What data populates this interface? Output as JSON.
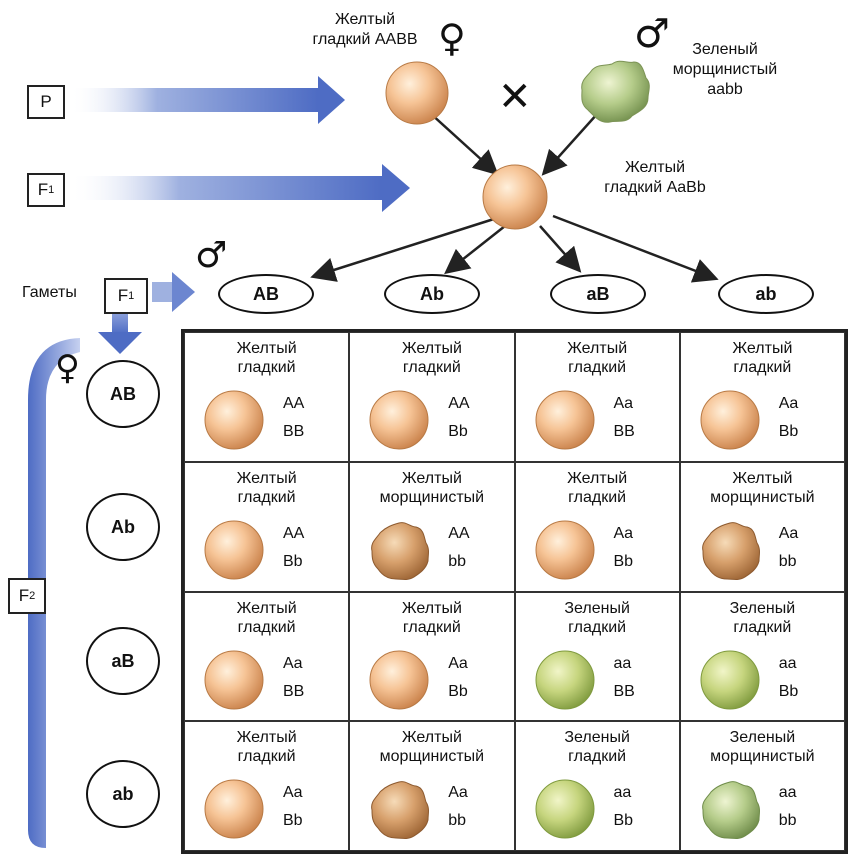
{
  "generations": {
    "p": "P",
    "f1_main": "F",
    "f1_sub": "1",
    "gametes_label": "Гаметы",
    "f1g_main": "F",
    "f1g_sub": "1",
    "f2_main": "F",
    "f2_sub": "2"
  },
  "parents": {
    "female": {
      "line1": "Желтый",
      "line2": "гладкий AABB",
      "symbol": "♀"
    },
    "male": {
      "line1": "Зеленый",
      "line2": "морщинистый",
      "line3": "aabb",
      "symbol": "♂"
    },
    "cross": "✕"
  },
  "f1": {
    "line1": "Желтый",
    "line2": "гладкий AaBb"
  },
  "male_symbol": "♂",
  "female_symbol": "♀",
  "male_gametes": [
    "AB",
    "Ab",
    "aB",
    "ab"
  ],
  "female_gametes": [
    "AB",
    "Ab",
    "aB",
    "ab"
  ],
  "colors": {
    "yellow": "#f2b98a",
    "green": "#b8cf74",
    "arrow_blue": "#5a78c8"
  },
  "punnett": [
    [
      {
        "l1": "Желтый",
        "l2": "гладкий",
        "g1": "AA",
        "g2": "BB",
        "pea": "yellow-smooth"
      },
      {
        "l1": "Желтый",
        "l2": "гладкий",
        "g1": "AA",
        "g2": "Bb",
        "pea": "yellow-smooth"
      },
      {
        "l1": "Желтый",
        "l2": "гладкий",
        "g1": "Aa",
        "g2": "BB",
        "pea": "yellow-smooth"
      },
      {
        "l1": "Желтый",
        "l2": "гладкий",
        "g1": "Aa",
        "g2": "Bb",
        "pea": "yellow-smooth"
      }
    ],
    [
      {
        "l1": "Желтый",
        "l2": "гладкий",
        "g1": "AA",
        "g2": "Bb",
        "pea": "yellow-smooth"
      },
      {
        "l1": "Желтый",
        "l2": "морщинистый",
        "g1": "AA",
        "g2": "bb",
        "pea": "yellow-wrinkled"
      },
      {
        "l1": "Желтый",
        "l2": "гладкий",
        "g1": "Aa",
        "g2": "Bb",
        "pea": "yellow-smooth"
      },
      {
        "l1": "Желтый",
        "l2": "морщинистый",
        "g1": "Aa",
        "g2": "bb",
        "pea": "yellow-wrinkled"
      }
    ],
    [
      {
        "l1": "Желтый",
        "l2": "гладкий",
        "g1": "Aa",
        "g2": "BB",
        "pea": "yellow-smooth"
      },
      {
        "l1": "Желтый",
        "l2": "гладкий",
        "g1": "Aa",
        "g2": "Bb",
        "pea": "yellow-smooth"
      },
      {
        "l1": "Зеленый",
        "l2": "гладкий",
        "g1": "aa",
        "g2": "BB",
        "pea": "green-smooth"
      },
      {
        "l1": "Зеленый",
        "l2": "гладкий",
        "g1": "aa",
        "g2": "Bb",
        "pea": "green-smooth"
      }
    ],
    [
      {
        "l1": "Желтый",
        "l2": "гладкий",
        "g1": "Aa",
        "g2": "Bb",
        "pea": "yellow-smooth"
      },
      {
        "l1": "Желтый",
        "l2": "морщинистый",
        "g1": "Aa",
        "g2": "bb",
        "pea": "yellow-wrinkled"
      },
      {
        "l1": "Зеленый",
        "l2": "гладкий",
        "g1": "aa",
        "g2": "Bb",
        "pea": "green-smooth"
      },
      {
        "l1": "Зеленый",
        "l2": "морщинистый",
        "g1": "aa",
        "g2": "bb",
        "pea": "green-wrinkled"
      }
    ]
  ]
}
